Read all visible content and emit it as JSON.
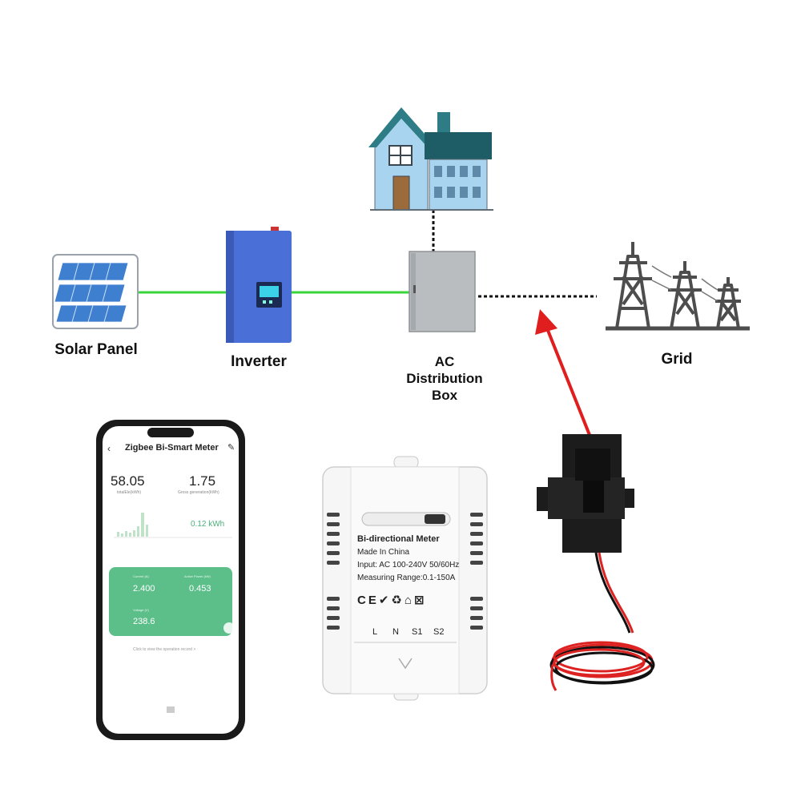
{
  "diagram": {
    "labels": {
      "solar_panel": "Solar Panel",
      "inverter": "Inverter",
      "ac_box_line1": "AC",
      "ac_box_line2": "Distribution",
      "ac_box_line3": "Box",
      "grid": "Grid"
    },
    "colors": {
      "green_wire": "#3ad43a",
      "dotted_line": "#111111",
      "arrow": "#e01e1e",
      "inverter_blue": "#4a6fd6",
      "house_blue": "#a9d4ef",
      "house_roof": "#2e7d86"
    }
  },
  "meter": {
    "title": "Bi-directional Meter",
    "made_in": "Made In China",
    "input": "Input: AC 100-240V 50/60Hz",
    "range": "Measuring Range:0.1-150A",
    "terminals": [
      "L",
      "N",
      "S1",
      "S2"
    ]
  },
  "phone": {
    "title": "Zigbee Bi-Smart Meter",
    "total_value": "58.05",
    "total_label": "totalEle(kWh)",
    "gross_value": "1.75",
    "gross_label": "Gross generation(kWh)",
    "chart_value": "0.12 kWh",
    "current_label": "Current (A)",
    "current_value": "2.400",
    "power_label": "Active Power (kW)",
    "power_value": "0.453",
    "voltage_label": "Voltage (V)",
    "voltage_value": "238.6",
    "record_link": "Click to view the operation record >"
  }
}
